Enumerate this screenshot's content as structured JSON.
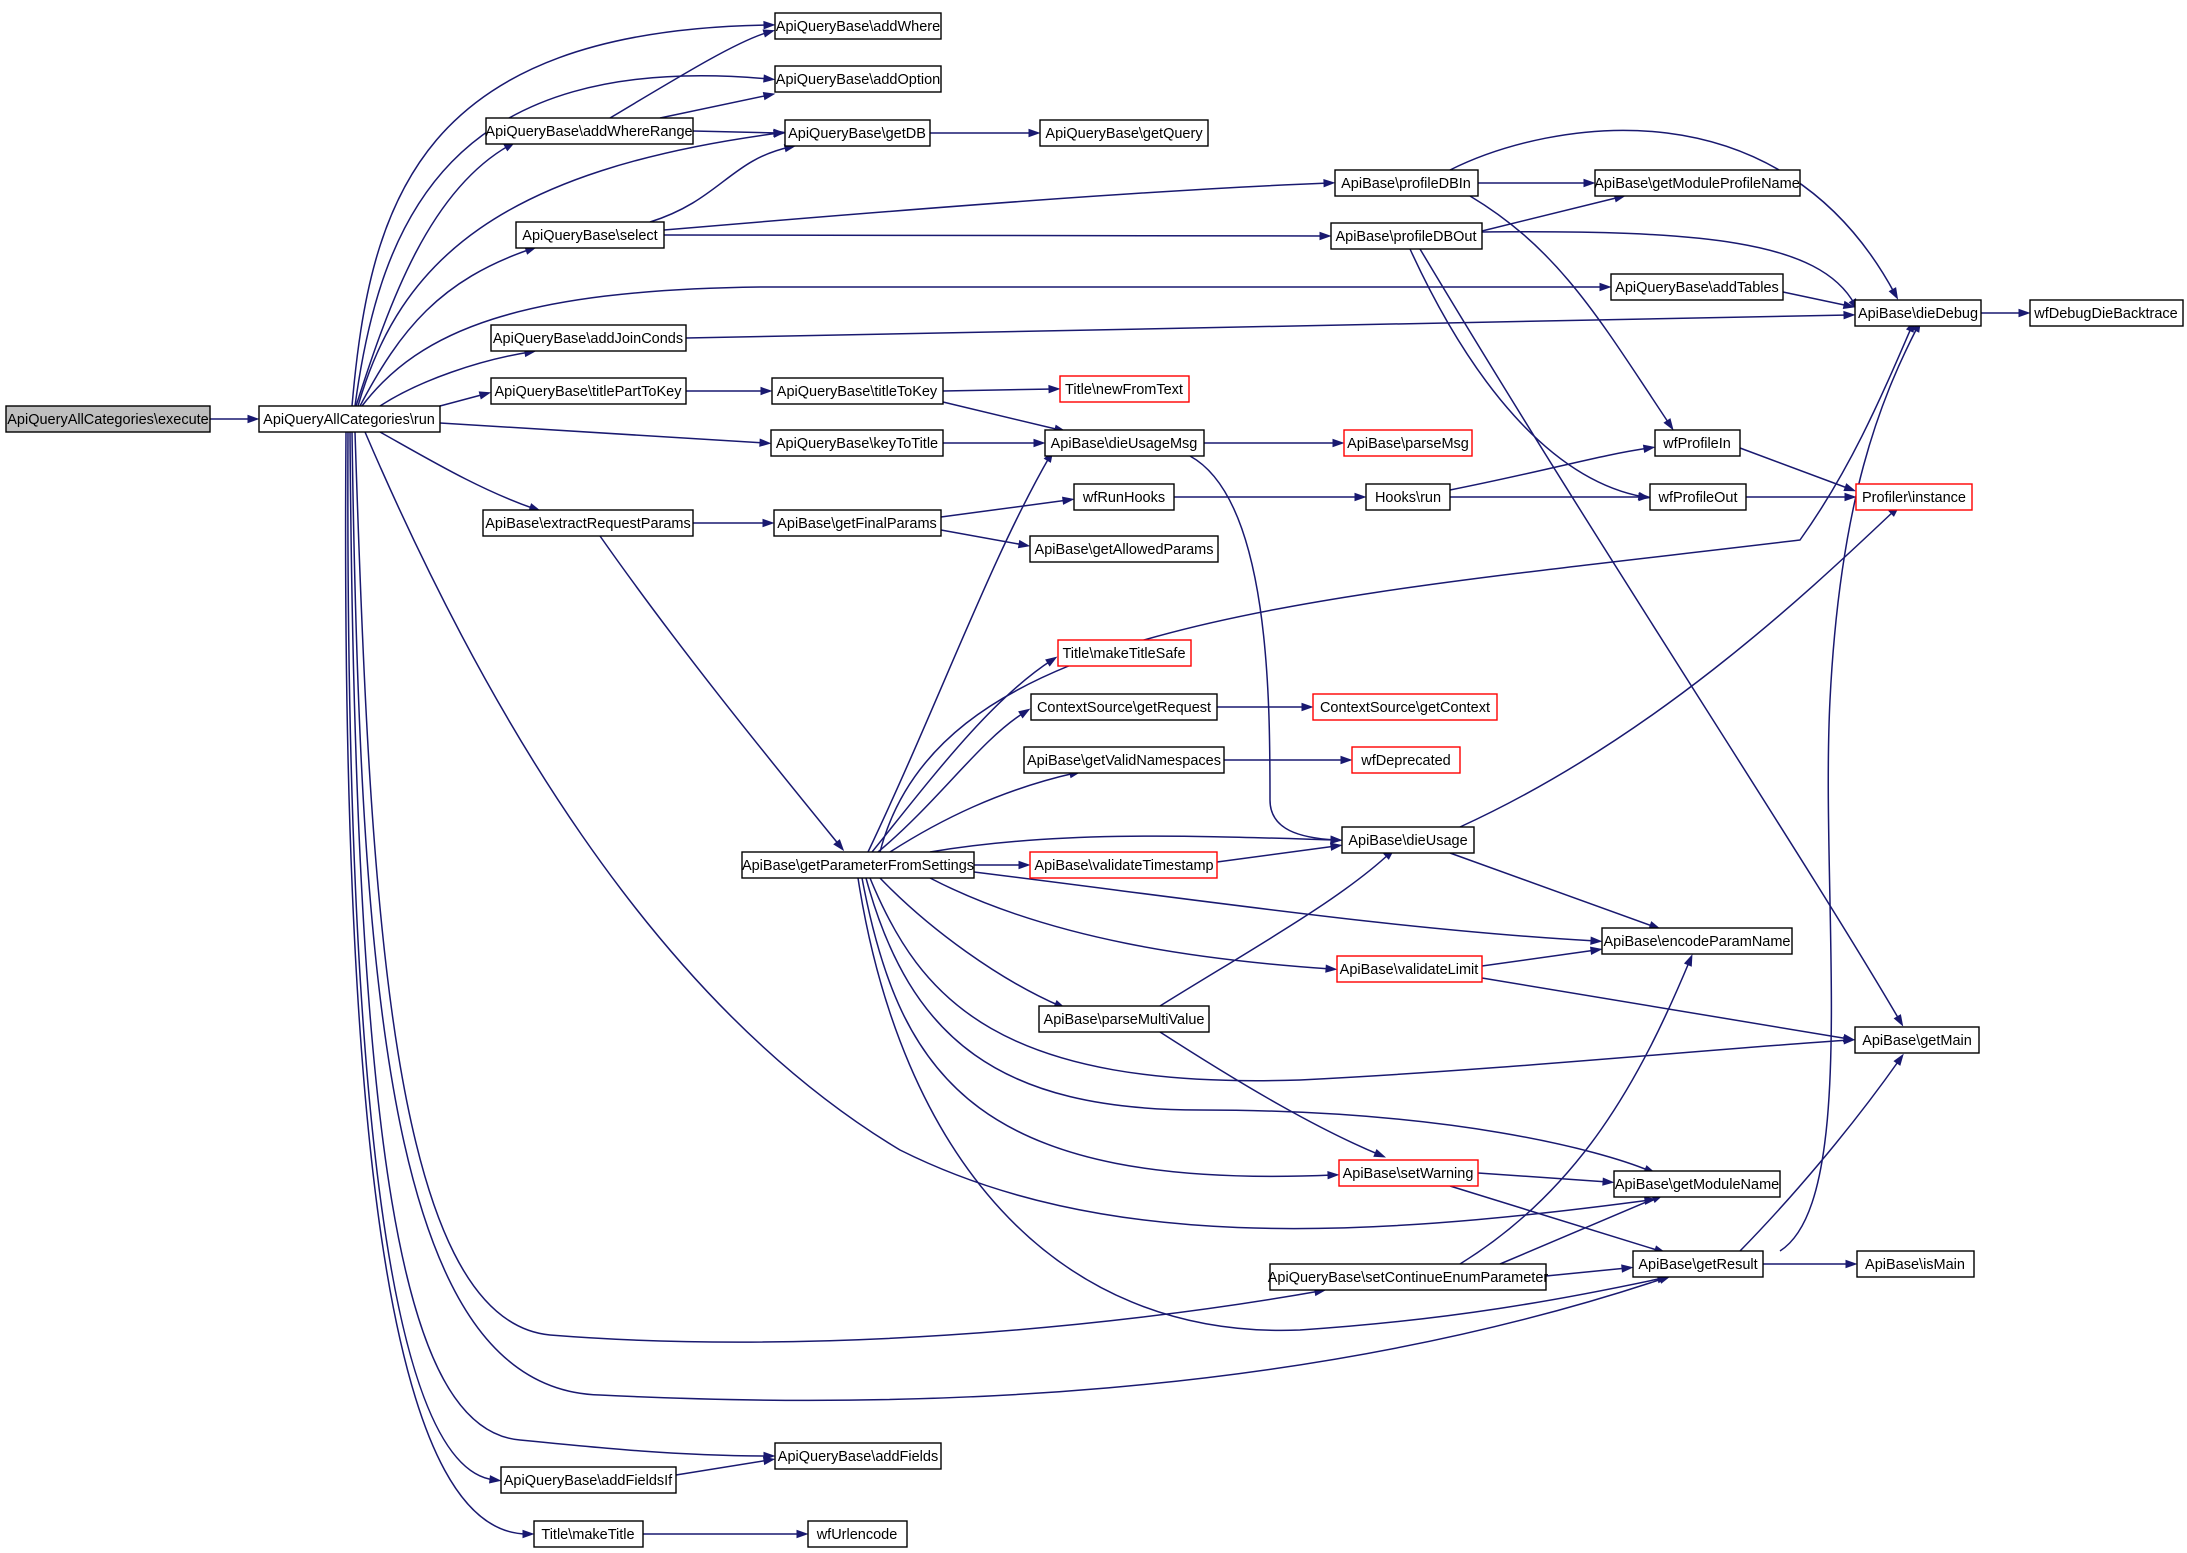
{
  "colors": {
    "edge": "#191970",
    "node_border": "#000000",
    "external_border": "#ff0000",
    "root_fill": "#bfbfbf"
  },
  "nodes": {
    "execute": "ApiQueryAllCategories\\execute",
    "run": "ApiQueryAllCategories\\run",
    "addWhere": "ApiQueryBase\\addWhere",
    "addOption": "ApiQueryBase\\addOption",
    "addWhereRange": "ApiQueryBase\\addWhereRange",
    "getDB": "ApiQueryBase\\getDB",
    "getQuery": "ApiQueryBase\\getQuery",
    "select": "ApiQueryBase\\select",
    "profileDBIn": "ApiBase\\profileDBIn",
    "profileDBOut": "ApiBase\\profileDBOut",
    "getModuleProfileName": "ApiBase\\getModuleProfileName",
    "addTables": "ApiQueryBase\\addTables",
    "dieDebug": "ApiBase\\dieDebug",
    "wfDebugDieBacktrace": "wfDebugDieBacktrace",
    "addJoinConds": "ApiQueryBase\\addJoinConds",
    "titlePartToKey": "ApiQueryBase\\titlePartToKey",
    "titleToKey": "ApiQueryBase\\titleToKey",
    "newFromText": "Title\\newFromText",
    "keyToTitle": "ApiQueryBase\\keyToTitle",
    "dieUsageMsg": "ApiBase\\dieUsageMsg",
    "parseMsg": "ApiBase\\parseMsg",
    "wfProfileIn": "wfProfileIn",
    "wfProfileOut": "wfProfileOut",
    "profilerInstance": "Profiler\\instance",
    "extractRequestParams": "ApiBase\\extractRequestParams",
    "getFinalParams": "ApiBase\\getFinalParams",
    "wfRunHooks": "wfRunHooks",
    "hooksRun": "Hooks\\run",
    "getAllowedParams": "ApiBase\\getAllowedParams",
    "makeTitleSafe": "Title\\makeTitleSafe",
    "getRequest": "ContextSource\\getRequest",
    "getContext": "ContextSource\\getContext",
    "getValidNamespaces": "ApiBase\\getValidNamespaces",
    "wfDeprecated": "wfDeprecated",
    "getParameterFromSettings": "ApiBase\\getParameterFromSettings",
    "validateTimestamp": "ApiBase\\validateTimestamp",
    "dieUsage": "ApiBase\\dieUsage",
    "encodeParamName": "ApiBase\\encodeParamName",
    "validateLimit": "ApiBase\\validateLimit",
    "parseMultiValue": "ApiBase\\parseMultiValue",
    "getMain": "ApiBase\\getMain",
    "setWarning": "ApiBase\\setWarning",
    "getModuleName": "ApiBase\\getModuleName",
    "setContinueEnumParameter": "ApiQueryBase\\setContinueEnumParameter",
    "getResult": "ApiBase\\getResult",
    "isMain": "ApiBase\\isMain",
    "addFieldsIf": "ApiQueryBase\\addFieldsIf",
    "addFields": "ApiQueryBase\\addFields",
    "makeTitle": "Title\\makeTitle",
    "wfUrlencode": "wfUrlencode"
  }
}
